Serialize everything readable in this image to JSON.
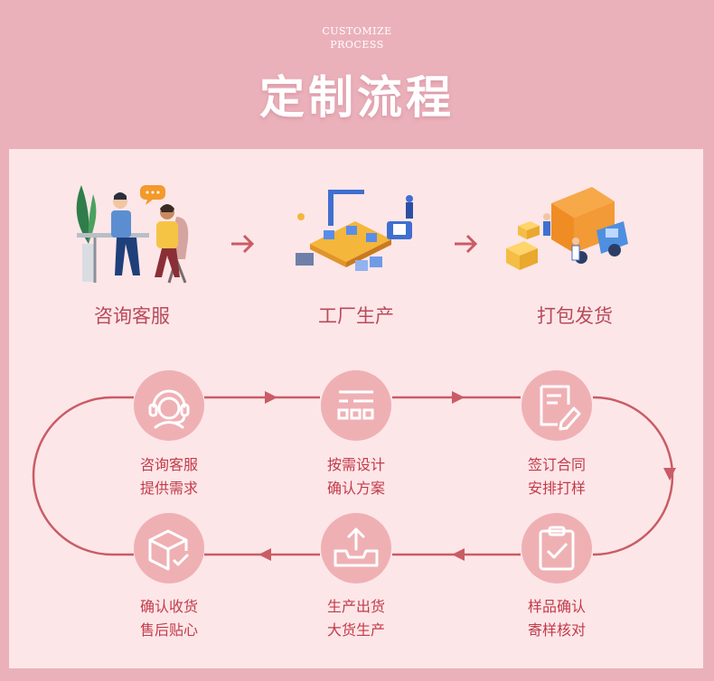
{
  "header": {
    "subtitle_line1": "CUSTOMIZE",
    "subtitle_line2": "PROCESS",
    "title": "定制流程"
  },
  "top_steps": [
    {
      "label": "咨询客服",
      "illustration": "customer-service-meeting-illustration"
    },
    {
      "label": "工厂生产",
      "illustration": "factory-production-illustration"
    },
    {
      "label": "打包发货",
      "illustration": "delivery-truck-illustration"
    }
  ],
  "flow_steps": [
    {
      "line1": "咨询客服",
      "line2": "提供需求",
      "icon": "headset-agent-icon"
    },
    {
      "line1": "按需设计",
      "line2": "确认方案",
      "icon": "layout-design-icon"
    },
    {
      "line1": "签订合同",
      "line2": "安排打样",
      "icon": "contract-sign-icon"
    },
    {
      "line1": "样品确认",
      "line2": "寄样核对",
      "icon": "clipboard-check-icon"
    },
    {
      "line1": "生产出货",
      "line2": "大货生产",
      "icon": "inbox-upload-icon"
    },
    {
      "line1": "确认收货",
      "line2": "售后贴心",
      "icon": "box-check-icon"
    }
  ],
  "colors": {
    "background": "#ebb1bb",
    "panel": "#fde6e8",
    "accent": "#c95c65",
    "circle": "#efb0b4",
    "text": "#c23b4a"
  }
}
